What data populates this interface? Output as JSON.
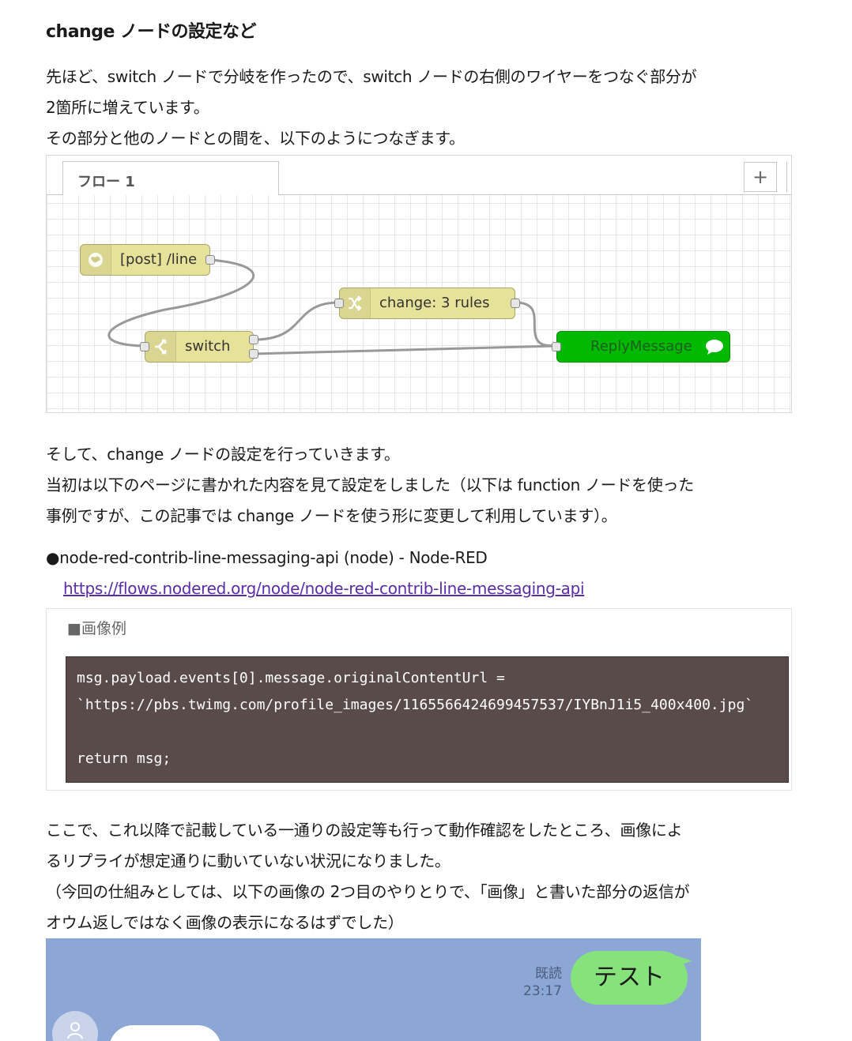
{
  "article": {
    "heading": "change ノードの設定など",
    "para1": [
      "先ほど、switch ノードで分岐を作ったので、switch ノードの右側のワイヤーをつなぐ部分が",
      "2箇所に増えています。",
      "その部分と他のノードとの間を、以下のようにつなぎます。"
    ],
    "para2": [
      "そして、change ノードの設定を行っていきます。",
      "当初は以下のページに書かれた内容を見て設定をしました（以下は function ノードを使った",
      "事例ですが、この記事では change ノードを使う形に変更して利用しています）。"
    ],
    "reference": {
      "title": "●node-red-contrib-line-messaging-api (node) - Node-RED",
      "link": "https://flows.nodered.org/node/node-red-contrib-line-messaging-api"
    },
    "code_caption": "■画像例",
    "code_lines": [
      "msg.payload.events[0].message.originalContentUrl =",
      "`https://pbs.twimg.com/profile_images/1165566424699457537/IYBnJ1i5_400x400.jpg`",
      "",
      "return msg;"
    ],
    "para3": [
      "ここで、これ以降で記載している一通りの設定等も行って動作確認をしたところ、画像によ",
      "るリプライが想定通りに動いていない状況になりました。",
      "（今回の仕組みとしては、以下の画像の 2つ目のやりとりで、「画像」と書いた部分の返信が",
      "オウム返しではなく画像の表示になるはずでした）"
    ]
  },
  "flow": {
    "tab_label": "フロー 1",
    "add_button": "+",
    "nodes": {
      "http_in": "[post] /line",
      "switch": "switch",
      "change": "change: 3 rules",
      "reply": "ReplyMessage"
    },
    "colors": {
      "function_node": "#e6e29a",
      "reply_node": "#00b900",
      "wire": "#999999"
    }
  },
  "chat": {
    "read_label": "既読",
    "time": "23:17",
    "message": "テスト",
    "background": "#8ca6d6",
    "bubble_color": "#86e27b"
  }
}
